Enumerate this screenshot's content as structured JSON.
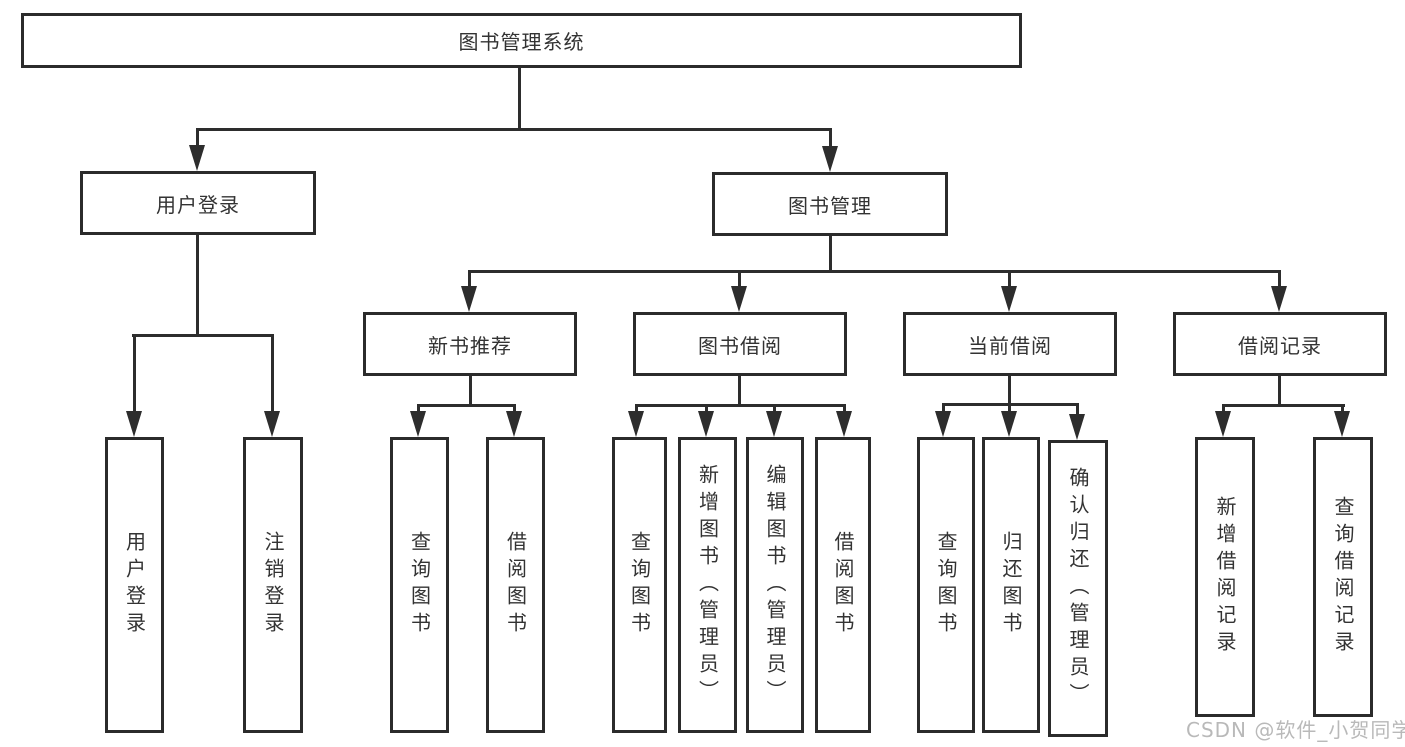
{
  "tree": {
    "root": "图书管理系统",
    "level1": {
      "login": "用户登录",
      "manage": "图书管理"
    },
    "level2": {
      "recommend": "新书推荐",
      "borrow": "图书借阅",
      "current": "当前借阅",
      "records": "借阅记录"
    },
    "leaves": {
      "login": [
        "用户登录",
        "注销登录"
      ],
      "recommend": [
        "查询图书",
        "借阅图书"
      ],
      "borrow": [
        "查询图书",
        "新增图书（管理员）",
        "编辑图书（管理员）",
        "借阅图书"
      ],
      "current": [
        "查询图书",
        "归还图书",
        "确认归还（管理员）"
      ],
      "records": [
        "新增借阅记录",
        "查询借阅记录"
      ]
    }
  },
  "watermark": {
    "text": "CSDN @软件_小贺同学"
  },
  "colors": {
    "line": "#2d2d2d",
    "box_border": "#2b2b2b",
    "text": "#333333",
    "watermark": "#b9b9b9"
  }
}
